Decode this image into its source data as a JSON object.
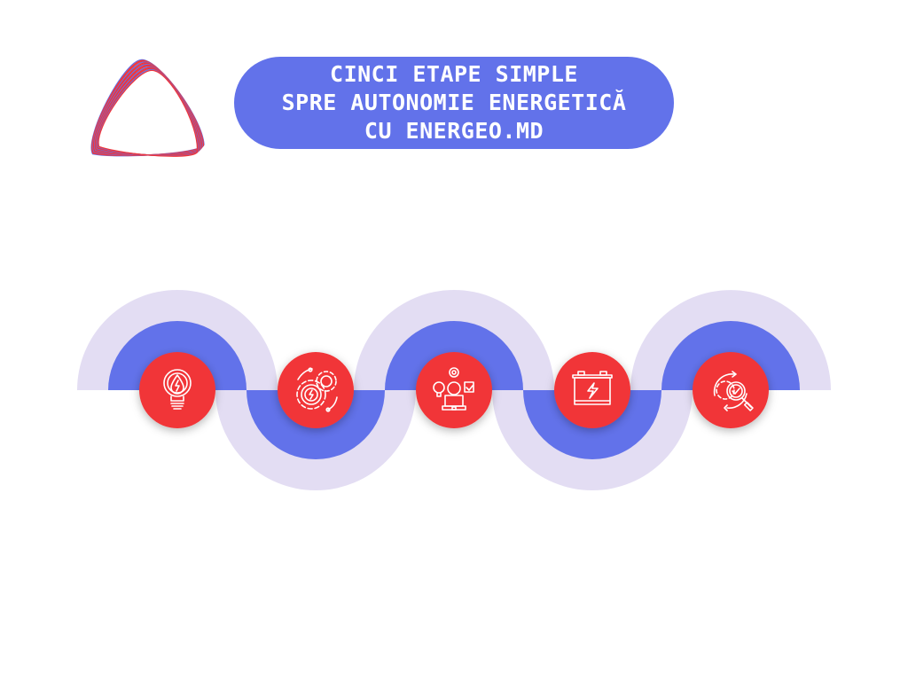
{
  "title": {
    "lines": [
      "CINCI ETAPE SIMPLE",
      "SPRE AUTONOMIE ENERGETICĂ",
      "CU ENERGEO.MD"
    ]
  },
  "logo": {
    "icon": "triangular-ribbon-logo-icon"
  },
  "colors": {
    "accent_blue": "#6272ea",
    "light_lavender": "#e3ddf3",
    "step_red": "#f13538",
    "background": "#ffffff",
    "icon_stroke": "#ffffff"
  },
  "steps": [
    {
      "index": 1,
      "icon": "lightbulb-energy-icon",
      "arc": "up"
    },
    {
      "index": 2,
      "icon": "gears-energy-icon",
      "arc": "down"
    },
    {
      "index": 3,
      "icon": "engineer-planning-icon",
      "arc": "up"
    },
    {
      "index": 4,
      "icon": "battery-icon",
      "arc": "down"
    },
    {
      "index": 5,
      "icon": "inspection-magnifier-icon",
      "arc": "up"
    }
  ]
}
